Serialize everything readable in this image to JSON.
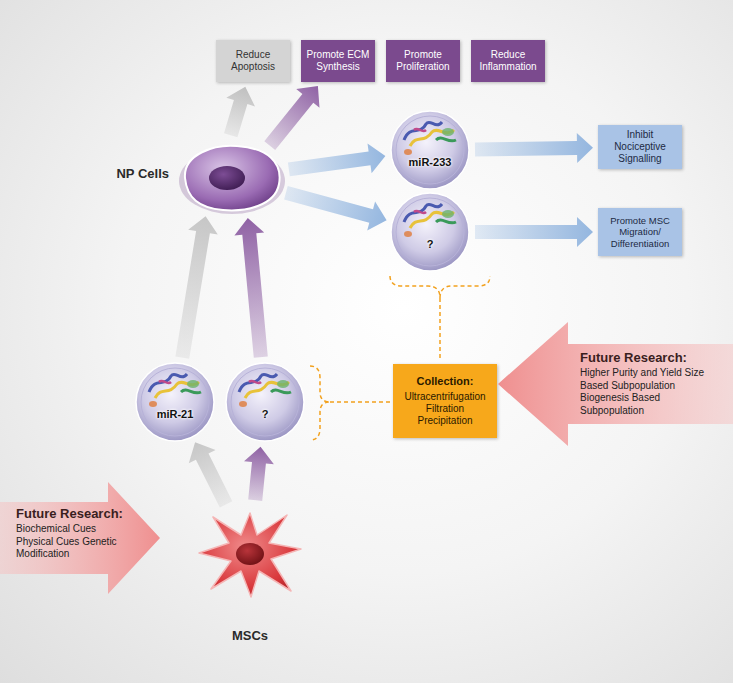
{
  "diagram": {
    "nodes": [
      {
        "text": [
          "Reduce Apoptosis"
        ]
      },
      {
        "text": [
          "Promote ECM Synthesis"
        ]
      },
      {
        "text": [
          "Promote Proliferation"
        ]
      },
      {
        "text": [
          "Reduce Inflammation"
        ]
      },
      {
        "text": [
          "NP Cells"
        ]
      },
      {
        "text": [
          "miR-233"
        ]
      },
      {
        "text": [
          "Inhibit Nociceptive Signalling"
        ]
      },
      {
        "text": [
          "?"
        ]
      },
      {
        "text": [
          "Promote MSC Migration/ Differentiation"
        ]
      },
      {
        "text": [
          "miR-21"
        ]
      },
      {
        "text": [
          "?"
        ]
      },
      {
        "text": [
          "Collection:",
          "Ultracentrifugation Filtration Precipitation"
        ]
      },
      {
        "text": [
          "Future Research:",
          "Higher Purity and Yield Size Based Subpopulation Biogenesis Based Subpopulation"
        ]
      },
      {
        "text": [
          "Future Research:",
          "Biochemical Cues Physical Cues Genetic Modification"
        ]
      },
      {
        "text": [
          "MSCs"
        ]
      }
    ],
    "edges": [
      {
        "from": 4,
        "to": 0,
        "arrow": "to"
      },
      {
        "from": 4,
        "to": 1,
        "arrow": "to"
      },
      {
        "from": 4,
        "to": 5,
        "arrow": "to"
      },
      {
        "from": 4,
        "to": 7,
        "arrow": "to"
      },
      {
        "from": 5,
        "to": 6,
        "arrow": "to"
      },
      {
        "from": 7,
        "to": 8,
        "arrow": "to"
      },
      {
        "from": 14,
        "to": 9,
        "arrow": "to"
      },
      {
        "from": 14,
        "to": 10,
        "arrow": "to"
      },
      {
        "from": 9,
        "to": 4,
        "arrow": "to"
      },
      {
        "from": 10,
        "to": 4,
        "arrow": "to"
      }
    ]
  }
}
